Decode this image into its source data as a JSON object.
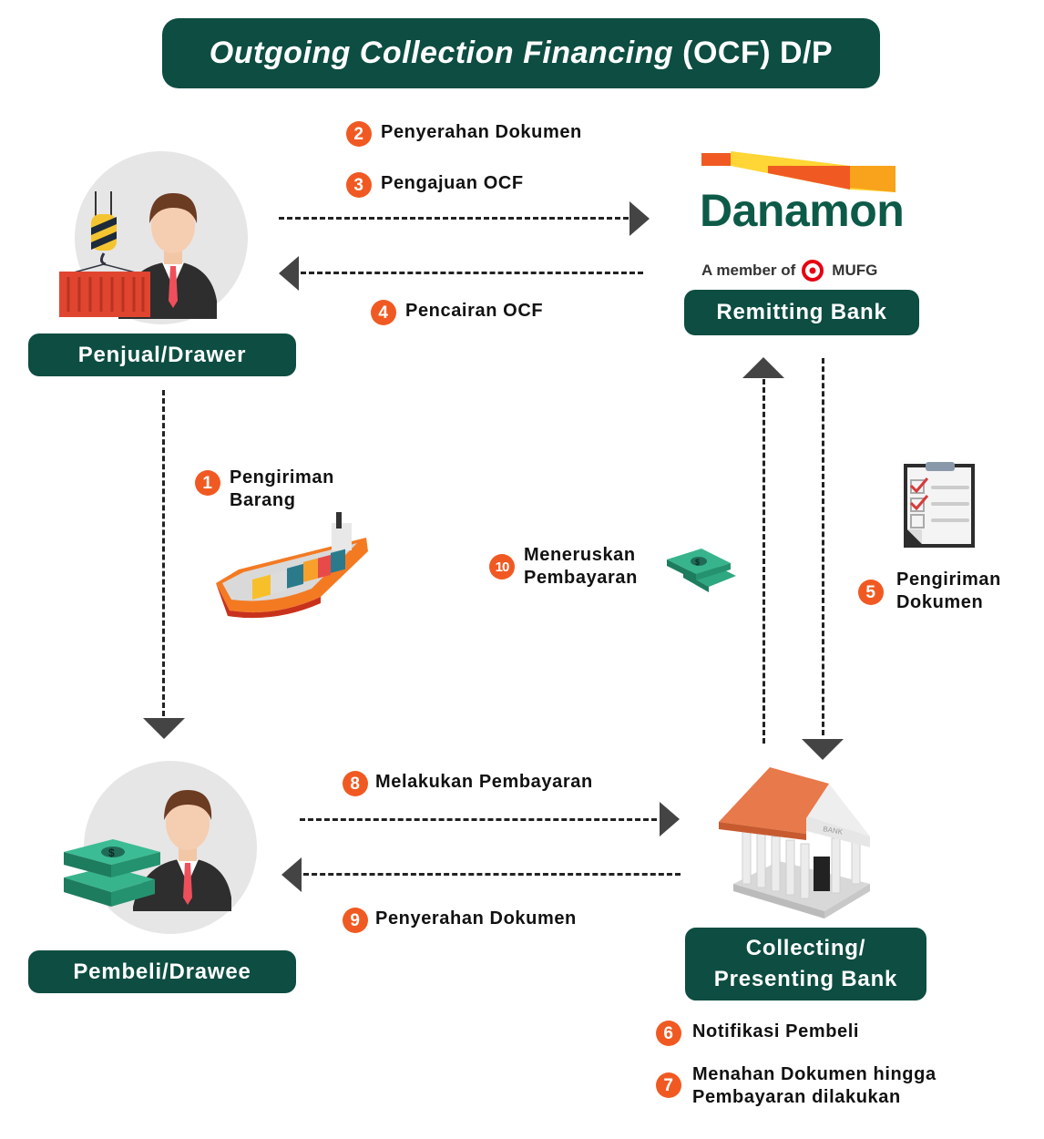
{
  "title": {
    "italic": "Outgoing Collection Financing",
    "rest": "(OCF) D/P"
  },
  "actors": {
    "seller": "Penjual/Drawer",
    "buyer": "Pembeli/Drawee",
    "remitting_bank": "Remitting Bank",
    "collecting_bank_line1": "Collecting/",
    "collecting_bank_line2": "Presenting Bank"
  },
  "brand": {
    "name": "Danamon",
    "member_text": "A member of",
    "parent": "MUFG",
    "color": "#0d5a48"
  },
  "steps": [
    {
      "num": "1",
      "line1": "Pengiriman",
      "line2": "Barang"
    },
    {
      "num": "2",
      "line1": "Penyerahan Dokumen"
    },
    {
      "num": "3",
      "line1": "Pengajuan OCF"
    },
    {
      "num": "4",
      "line1": "Pencairan OCF"
    },
    {
      "num": "5",
      "line1": "Pengiriman",
      "line2": "Dokumen"
    },
    {
      "num": "6",
      "line1": "Notifikasi Pembeli"
    },
    {
      "num": "7",
      "line1": "Menahan Dokumen hingga",
      "line2": "Pembayaran dilakukan"
    },
    {
      "num": "8",
      "line1": "Melakukan Pembayaran"
    },
    {
      "num": "9",
      "line1": "Penyerahan Dokumen"
    },
    {
      "num": "10",
      "line1": "Meneruskan",
      "line2": "Pembayaran"
    }
  ],
  "colors": {
    "primary": "#0d4d42",
    "accent": "#f05a22",
    "arrow": "#444444"
  }
}
